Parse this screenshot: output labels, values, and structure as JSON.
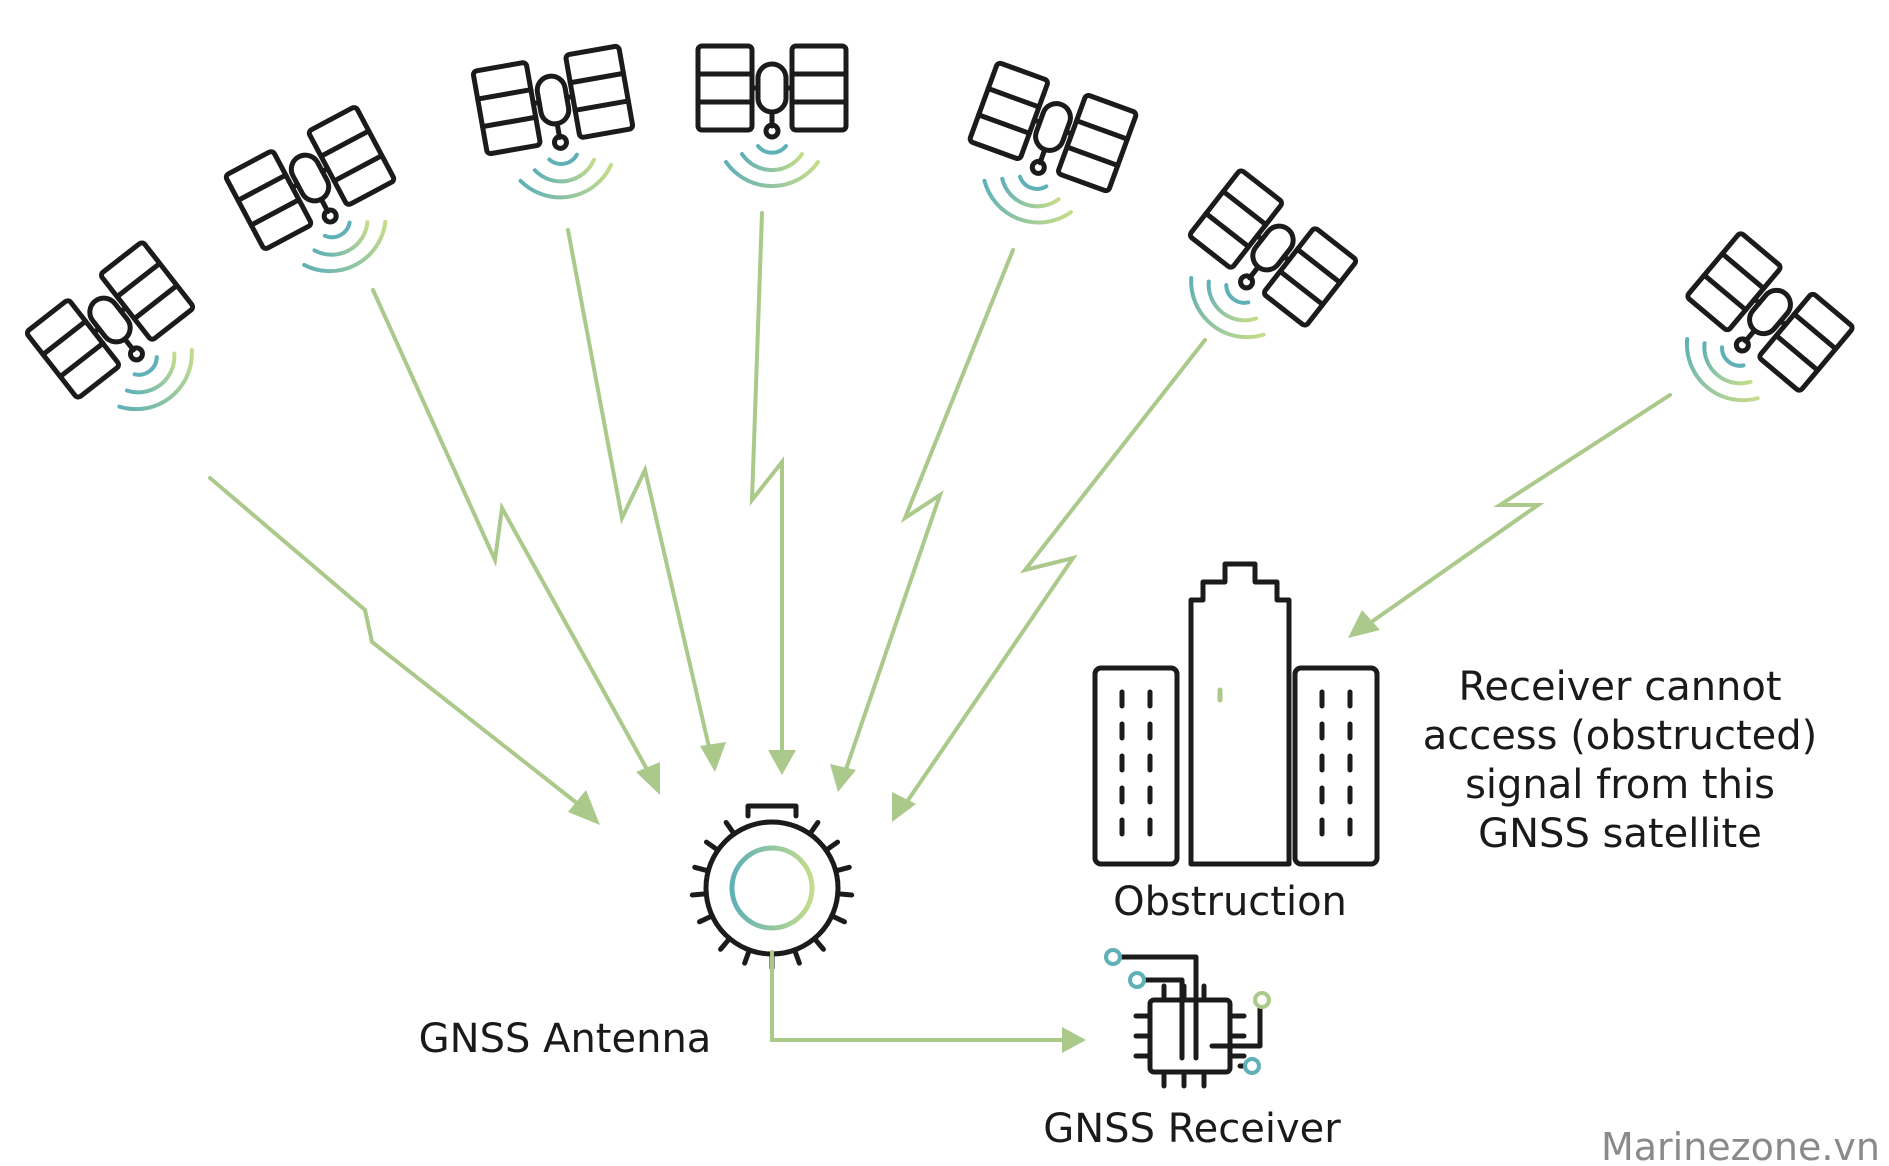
{
  "labels": {
    "antenna": "GNSS Antenna",
    "receiver": "GNSS Receiver",
    "obstruction": "Obstruction",
    "blocked_note": [
      "Receiver cannot",
      "access (obstructed)",
      "signal from this",
      "GNSS satellite"
    ],
    "watermark": "Marinezone.vn"
  },
  "satellites": [
    {
      "id": "sat-1",
      "reaches_antenna": true
    },
    {
      "id": "sat-2",
      "reaches_antenna": true
    },
    {
      "id": "sat-3",
      "reaches_antenna": true
    },
    {
      "id": "sat-4",
      "reaches_antenna": true
    },
    {
      "id": "sat-5",
      "reaches_antenna": true
    },
    {
      "id": "sat-6",
      "reaches_antenna": true
    },
    {
      "id": "sat-7",
      "reaches_antenna": false,
      "blocked_by": "Obstruction"
    }
  ],
  "colors": {
    "signal": "#aac98a",
    "wave_teal": "#5fb0b7",
    "wave_green": "#c5dc8a",
    "ink": "#1b1b1b"
  }
}
